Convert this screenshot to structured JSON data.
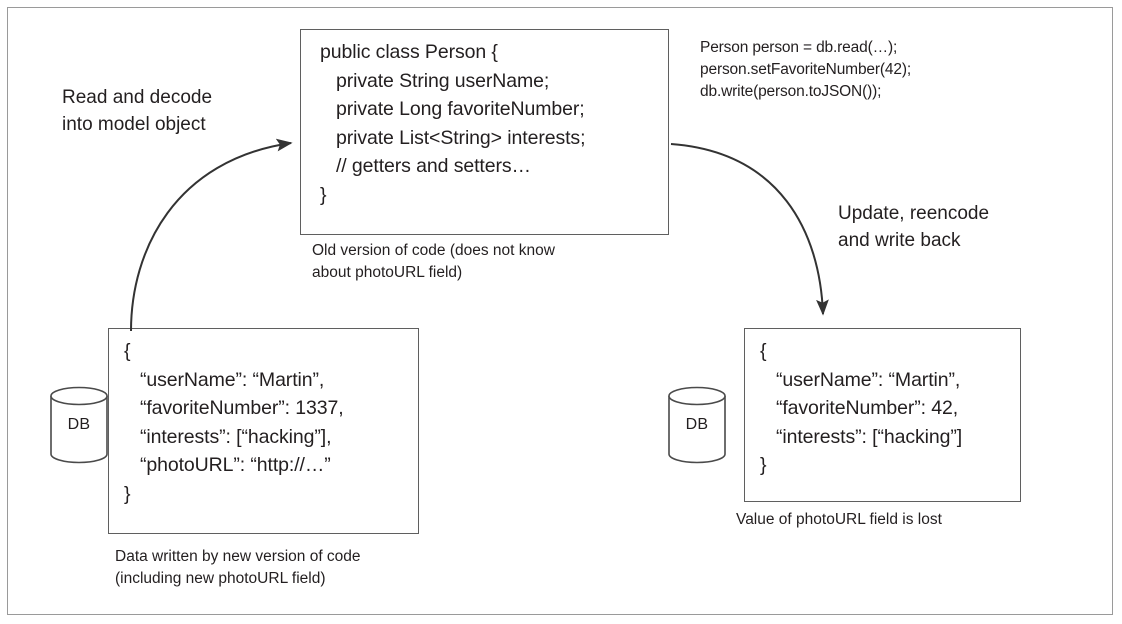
{
  "figure": {
    "type": "diagram",
    "topic": "Schema evolution data loss when old code rewrites a record"
  },
  "code_box": {
    "title": "Person class definition",
    "text": "public class Person {\n   private String userName;\n   private Long favoriteNumber;\n   private List<String> interests;\n   // getters and setters…\n}"
  },
  "snippet": {
    "text": "Person person = db.read(…);\nperson.setFavoriteNumber(42);\ndb.write(person.toJSON());"
  },
  "captions": {
    "old_version": "Old version of code (does not know\nabout photoURL field)",
    "data_written": "Data written by new version of code\n(including new photoURL field)",
    "value_lost": "Value of photoURL field is lost"
  },
  "annotations": {
    "read_decode": "Read and decode\ninto model object",
    "update_write": "Update, reencode\nand write back"
  },
  "json_left": {
    "text": "{\n   “userName”: “Martin”,\n   “favoriteNumber”: 1337,\n   “interests”: [“hacking”],\n   “photoURL”: “http://…”\n}",
    "fields": [
      {
        "key": "userName",
        "value": "\"Martin\""
      },
      {
        "key": "favoriteNumber",
        "value": "1337"
      },
      {
        "key": "interests",
        "value": "[\"hacking\"]"
      },
      {
        "key": "photoURL",
        "value": "\"http://…\""
      }
    ]
  },
  "json_right": {
    "text": "{\n   “userName”: “Martin”,\n   “favoriteNumber”: 42,\n   “interests”: [“hacking”]\n}",
    "fields": [
      {
        "key": "userName",
        "value": "\"Martin\""
      },
      {
        "key": "favoriteNumber",
        "value": "42"
      },
      {
        "key": "interests",
        "value": "[\"hacking\"]"
      }
    ]
  },
  "database_left": {
    "label": "DB"
  },
  "database_right": {
    "label": "DB"
  },
  "colors": {
    "stroke": "#5f5f5f",
    "frame": "#9a9a9a",
    "text": "#231f20",
    "arrow": "#333333",
    "background": "#ffffff"
  }
}
